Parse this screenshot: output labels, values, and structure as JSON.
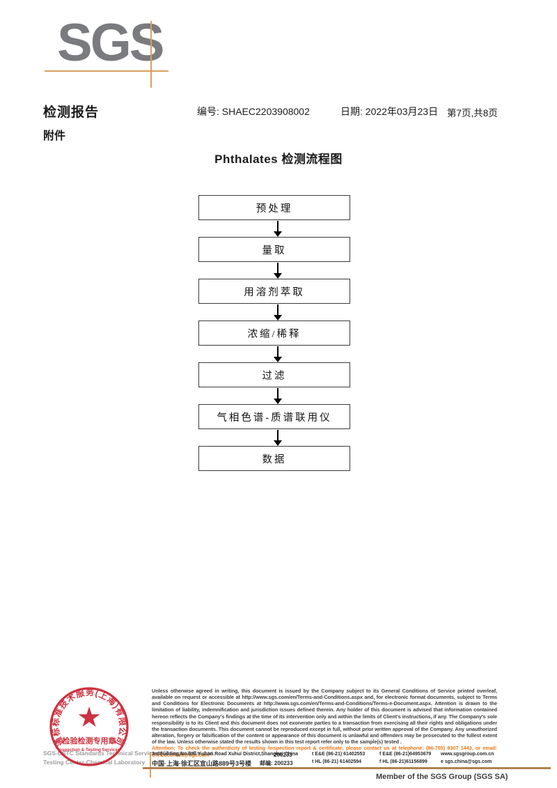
{
  "logo": {
    "text": "SGS"
  },
  "header": {
    "title": "检测报告",
    "number_label": "编号:",
    "number_value": "SHAEC2203908002",
    "date_label": "日期:",
    "date_value": "2022年03月23日",
    "page_info": "第7页,共8页",
    "attachment": "附件"
  },
  "flowchart": {
    "title": "Phthalates 检测流程图",
    "steps": [
      "预处理",
      "量取",
      "用溶剂萃取",
      "浓缩/稀释",
      "过滤",
      "气相色谱-质谱联用仪",
      "数据"
    ]
  },
  "footer": {
    "stamp": {
      "ring_text": "通标标准技术服务(上海)有限公司",
      "star": "★",
      "line_cn": "检验检测专用章",
      "line_en": "Inspection & Testing Services"
    },
    "company_line1": "SGS-CSTC Standards Technical Services (Shanghai) Co.,Ltd.",
    "company_line2": "Testing Center-Chemical Laboratory",
    "legal_text": "Unless otherwise agreed in writing, this document is issued by the Company subject to its General Conditions of Service printed overleaf, available on request or accessible at http://www.sgs.com/en/Terms-and-Conditions.aspx and, for electronic format documents, subject to Terms and Conditions for Electronic Documents at http://www.sgs.com/en/Terms-and-Conditions/Terms-e-Document.aspx. Attention is drawn to the limitation of liability, indemnification and jurisdiction issues defined therein. Any holder of this document is advised that information contained hereon reflects the Company's findings at the time of its intervention only and within the limits of Client's instructions, if any. The Company's sole responsibility is to its Client and this document does not exonerate parties to a transaction from exercising all their rights and obligations under the transaction documents. This document cannot be reproduced except in full, without prior written approval of the Company. Any unauthorized alteration, forgery or falsification of the content or appearance of this document is unlawful and offenders may be prosecuted to the fullest extent of the law. Unless otherwise stated the results shown in this test report refer only to the sample(s) tested .",
    "attention_text": "Attention: To check the authenticity of testing /inspection report & certificate, please contact us at telephone: (86-755) 8307 1443, or email: CN.Doccheck@sgs.com",
    "address_en": "3rdBuilding,No.889 Yishan Road Xuhui District,Shanghai China",
    "postcode_en": "200233",
    "address_cn": "中国·上海·徐汇区宜山路889号3号楼",
    "postcode_cn": "邮编: 200233",
    "tel1": "t E&E (86-21) 61402553",
    "fax1": "f E&E (86-21)64953679",
    "web": "www.sgsgroup.com.cn",
    "tel2": "t HL (86-21) 61402594",
    "fax2": "f HL (86-21)61156899",
    "email": "e sgs.china@sgs.com",
    "member_text": "Member of the SGS Group (SGS SA)"
  },
  "colors": {
    "logo_gray": "#7a7b7e",
    "accent_orange": "#d9a05f",
    "stamp_red": "#c8202f",
    "attention_orange": "#e8791a",
    "footer_line_brown": "#b0824e"
  }
}
